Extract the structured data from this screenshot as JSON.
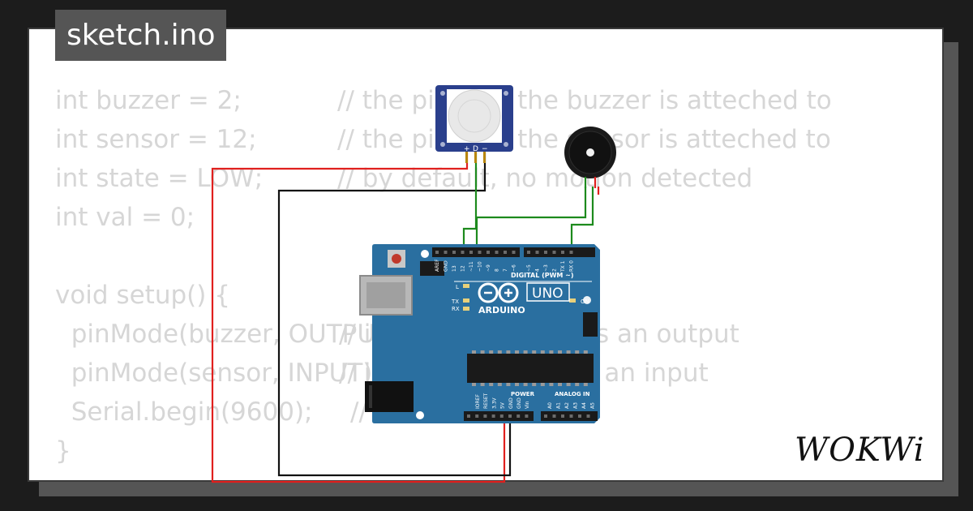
{
  "header": {
    "filename": "sketch.ino"
  },
  "code_lines": [
    {
      "code": "int buzzer = 2;",
      "comment": "// the pin that the buzzer is atteched to"
    },
    {
      "code": "int sensor = 12;",
      "comment": "// the pin that the sensor is atteched to"
    },
    {
      "code": "int state = LOW;",
      "comment": "// by default, no motion detected"
    },
    {
      "code": "int val = 0;",
      "comment": ""
    },
    {
      "code": "",
      "comment": ""
    },
    {
      "code": "void setup() {",
      "comment": ""
    },
    {
      "code": "  pinMode(buzzer, OUTPUT);",
      "comment": "// initalize BUZZER as an output"
    },
    {
      "code": "  pinMode(sensor, INPUT);",
      "comment": "// initialize sensor as an input"
    },
    {
      "code": "  Serial.begin(9600);",
      "comment": "// initialize serial"
    },
    {
      "code": "}",
      "comment": ""
    }
  ],
  "pir_sensor": {
    "pin_labels": [
      "+",
      "D",
      "−"
    ]
  },
  "arduino": {
    "model": "UNO",
    "brand": "ARDUINO",
    "digital_header_label": "DIGITAL (PWM ~)",
    "digital_pins": [
      "AREF",
      "GND",
      "13",
      "12",
      "~11",
      "~10",
      "~9",
      "8",
      "7",
      "~6",
      "~5",
      "4",
      "~3",
      "2",
      "TX 1",
      "RX 0"
    ],
    "power_header_label": "POWER",
    "power_pins": [
      "IOREF",
      "RESET",
      "3.3V",
      "5V",
      "GND",
      "GND",
      "Vin"
    ],
    "analog_header_label": "ANALOG IN",
    "analog_pins": [
      "A0",
      "A1",
      "A2",
      "A3",
      "A4",
      "A5"
    ],
    "led_labels": {
      "l": "L",
      "tx": "TX",
      "rx": "RX",
      "on": "ON"
    }
  },
  "brand_logo": {
    "text": "WOKWi"
  },
  "colors": {
    "board": "#2a6fa0",
    "wire_red": "#e0201e",
    "wire_black": "#111111",
    "wire_green": "#1d8a1d",
    "pir_frame": "#2a3f8c",
    "code_text": "#d6d6d6"
  }
}
